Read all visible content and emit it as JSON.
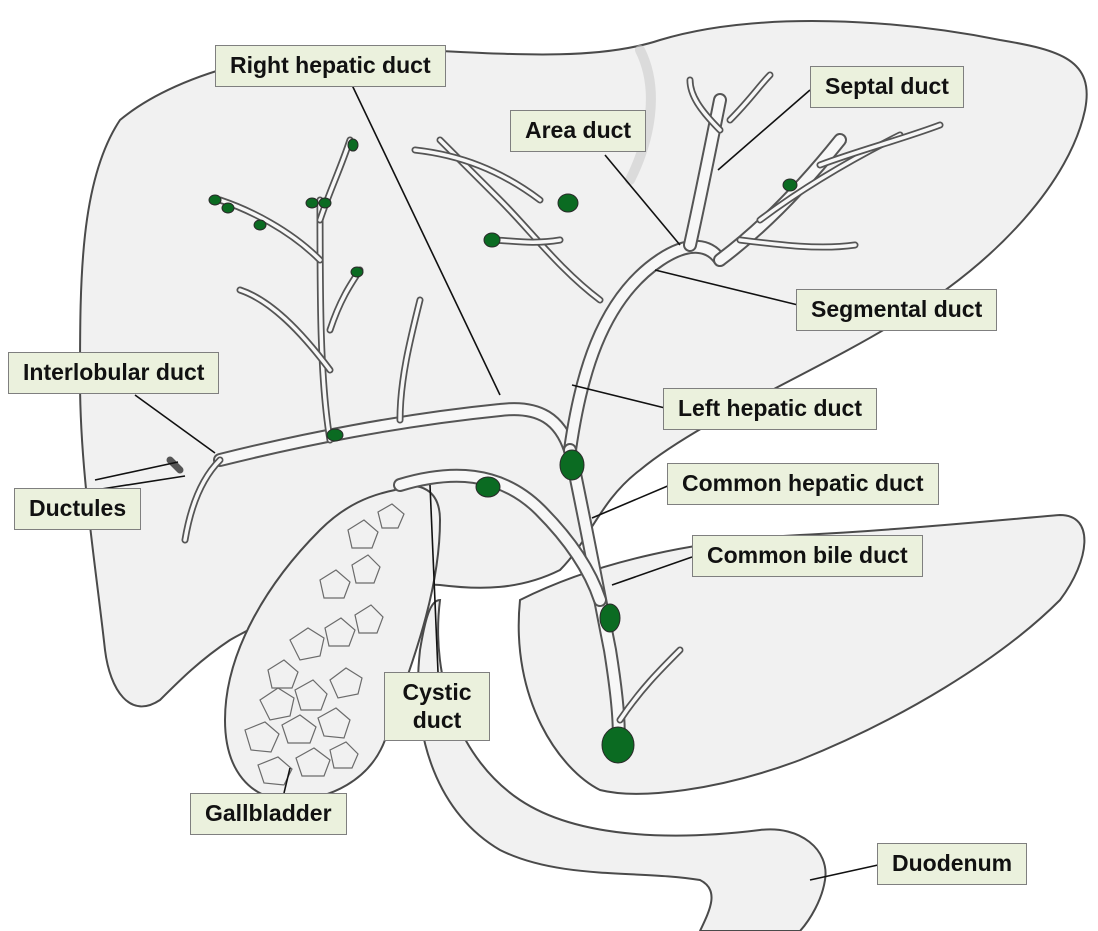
{
  "diagram": {
    "labels": {
      "right_hepatic_duct": "Right hepatic duct",
      "septal_duct": "Septal duct",
      "area_duct": "Area duct",
      "segmental_duct": "Segmental duct",
      "interlobular_duct": "Interlobular duct",
      "left_hepatic_duct": "Left hepatic duct",
      "common_hepatic_duct": "Common hepatic duct",
      "ductules": "Ductules",
      "common_bile_duct": "Common bile duct",
      "cystic_duct_line1": "Cystic",
      "cystic_duct_line2": "duct",
      "gallbladder": "Gallbladder",
      "duodenum": "Duodenum"
    },
    "colors": {
      "label_background": "#ebf1dd",
      "node_green": "#0b6b22",
      "organ_fill": "#f1f1f1"
    }
  }
}
